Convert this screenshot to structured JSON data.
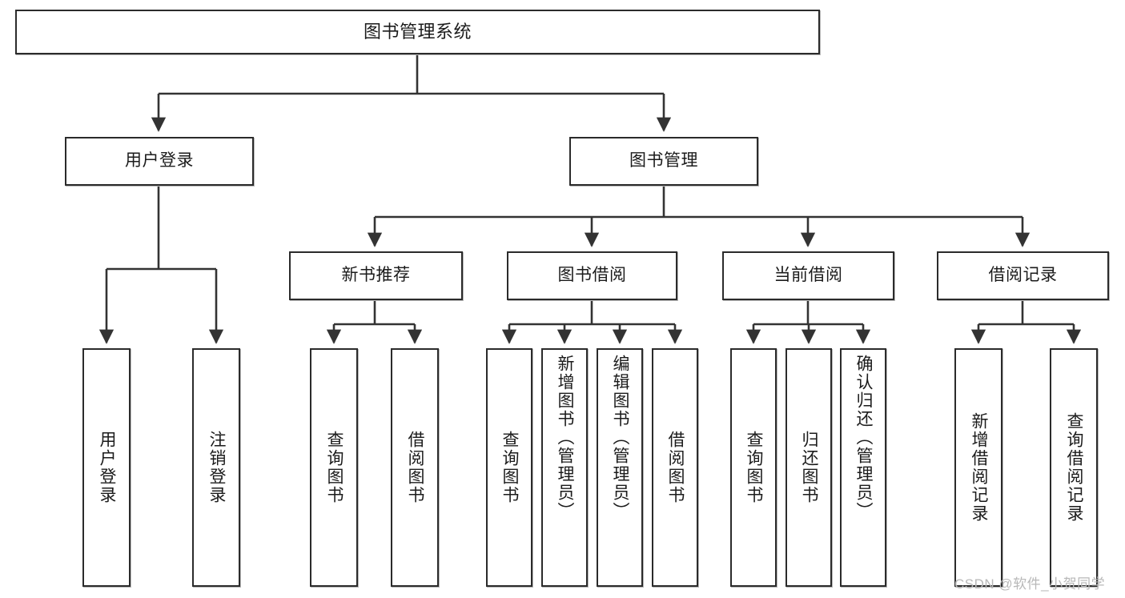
{
  "diagram": {
    "title": "图书管理系统",
    "type": "功能结构图",
    "watermark": "CSDN @软件_小贺同学",
    "colors": {
      "box_border": "#2b2b2b",
      "box_fill": "#ffffff",
      "connector": "#333333",
      "text": "#1b1b1b",
      "watermark": "#b8b8b8",
      "background": "#ffffff"
    },
    "nodes": {
      "root": {
        "label": "图书管理系统"
      },
      "level1": [
        {
          "id": "user-login",
          "label": "用户登录"
        },
        {
          "id": "book-manage",
          "label": "图书管理"
        }
      ],
      "level2": [
        {
          "id": "new-book-recommend",
          "label": "新书推荐"
        },
        {
          "id": "book-borrow",
          "label": "图书借阅"
        },
        {
          "id": "current-borrow",
          "label": "当前借阅"
        },
        {
          "id": "borrow-record",
          "label": "借阅记录"
        }
      ],
      "leaves": {
        "user_login": [
          {
            "id": "leaf-user-login",
            "label": "用户登录"
          },
          {
            "id": "leaf-logout",
            "label": "注销登录"
          }
        ],
        "new_book_recommend": [
          {
            "id": "leaf-query-book-1",
            "label": "查询图书"
          },
          {
            "id": "leaf-borrow-book-1",
            "label": "借阅图书"
          }
        ],
        "book_borrow": [
          {
            "id": "leaf-query-book-2",
            "label": "查询图书"
          },
          {
            "id": "leaf-add-book",
            "label": "新增图书（管理员）"
          },
          {
            "id": "leaf-edit-book",
            "label": "编辑图书（管理员）"
          },
          {
            "id": "leaf-borrow-book-2",
            "label": "借阅图书"
          }
        ],
        "current_borrow": [
          {
            "id": "leaf-query-book-3",
            "label": "查询图书"
          },
          {
            "id": "leaf-return-book",
            "label": "归还图书"
          },
          {
            "id": "leaf-confirm-return",
            "label": "确认归还（管理员）"
          }
        ],
        "borrow_record": [
          {
            "id": "leaf-add-record",
            "label": "新增借阅记录"
          },
          {
            "id": "leaf-query-record",
            "label": "查询借阅记录"
          }
        ]
      }
    }
  }
}
